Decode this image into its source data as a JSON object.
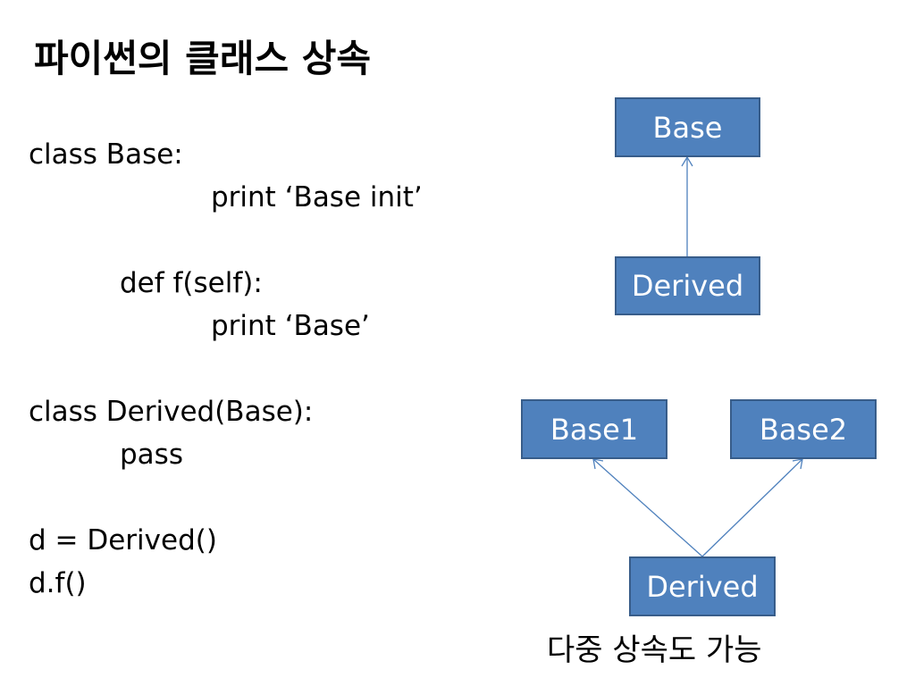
{
  "slide": {
    "title": "파이썬의 클래스 상속",
    "code_lines": [
      "class Base:",
      "print ‘Base init’",
      "def f(self):",
      "print ‘Base’",
      "class Derived(Base):",
      "pass",
      "d = Derived()",
      "d.f()"
    ],
    "single_inheritance": {
      "base_label": "Base",
      "derived_label": "Derived"
    },
    "multiple_inheritance": {
      "base1_label": "Base1",
      "base2_label": "Base2",
      "derived_label": "Derived",
      "caption": "다중 상속도 가능"
    },
    "colors": {
      "box_fill": "#4f81bd",
      "box_border": "#385d8a",
      "box_text": "#ffffff",
      "arrow": "#4f81bd"
    }
  }
}
